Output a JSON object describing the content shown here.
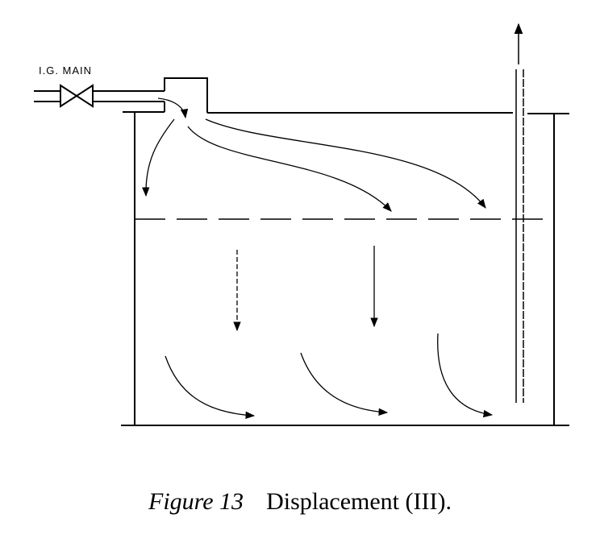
{
  "diagram": {
    "inlet_label": "I.G. MAIN",
    "caption_figure": "Figure 13",
    "caption_title": "Displacement (III)."
  }
}
